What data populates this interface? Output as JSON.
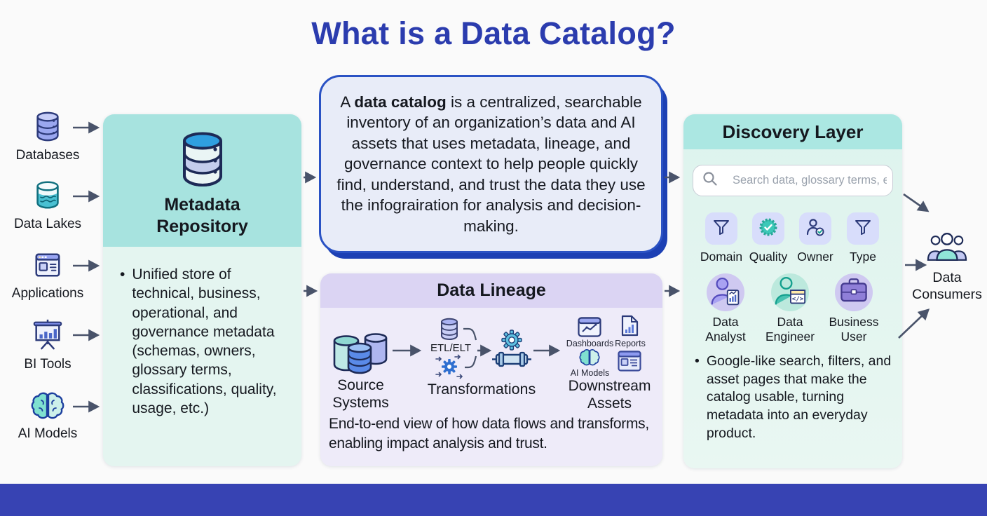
{
  "page": {
    "title": "What is a Data Catalog?",
    "title_color": "#2b3cae",
    "background": "#fafafa",
    "footer_color": "#3743b3",
    "arrow_color": "#49536a"
  },
  "sources": [
    {
      "label": "Databases",
      "icon": "databases-icon"
    },
    {
      "label": "Data Lakes",
      "icon": "data-lakes-icon"
    },
    {
      "label": "Applications",
      "icon": "applications-icon"
    },
    {
      "label": "BI Tools",
      "icon": "bi-tools-icon"
    },
    {
      "label": "AI Models",
      "icon": "ai-models-icon"
    }
  ],
  "metadata_repository": {
    "title": "Metadata Repository",
    "icon": "database-stack-icon",
    "header_color": "#a7e3df",
    "body_color": "#e4f5f0",
    "bullet": "Unified store of technical, business, operational, and governance metadata (schemas, owners, glossary terms, classifications, quality, usage, etc.)"
  },
  "definition": {
    "prefix": "A ",
    "term": "data catalog",
    "rest": " is a centralized, searchable inventory of an organization’s data and AI assets that uses metadata, lineage, and governance context to help people quickly find, understand, and trust the data they use the infograiration for analysis and decision-making.",
    "border_color": "#2a52c4",
    "background": "#e8ecf8"
  },
  "data_lineage": {
    "title": "Data Lineage",
    "header_color": "#dbd4f3",
    "body_color": "#eeebf9",
    "source_systems": "Source Systems",
    "etl": "ETL/ELT",
    "transformations": "Transformations",
    "dashboards": "Dashboards",
    "reports": "Reports",
    "ai_models": "AI Models",
    "downstream": "Downstream Assets",
    "caption": "End-to-end view of how data flows and transforms, enabling impact analysis and trust."
  },
  "discovery": {
    "title": "Discovery Layer",
    "header_color": "#abe7e2",
    "search_placeholder": "Search data, glossary terms, etc.",
    "filters": [
      {
        "label": "Domain",
        "icon": "funnel-icon"
      },
      {
        "label": "Quality",
        "icon": "quality-badge-icon"
      },
      {
        "label": "Owner",
        "icon": "user-check-icon"
      },
      {
        "label": "Type",
        "icon": "funnel-icon"
      }
    ],
    "personas": [
      {
        "label": "Data Analyst",
        "icon": "analyst-icon"
      },
      {
        "label": "Data Engineer",
        "icon": "engineer-icon"
      },
      {
        "label": "Business User",
        "icon": "briefcase-icon"
      }
    ],
    "bullet": "Google-like search, filters, and asset pages that make the catalog usable, turning metadata into an everyday product."
  },
  "consumers": {
    "label": "Data Consumers",
    "icon": "people-group-icon"
  }
}
